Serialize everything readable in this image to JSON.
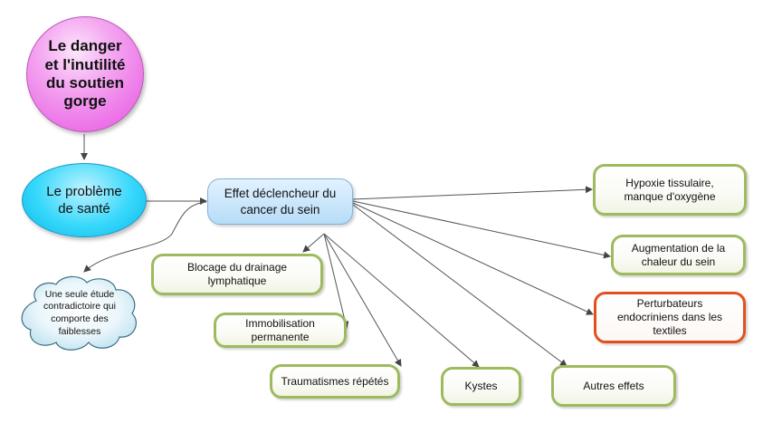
{
  "nodes": {
    "main_topic": {
      "lines": [
        "Le danger",
        "et l'inutilité",
        "du soutien",
        "gorge"
      ]
    },
    "health_problem": {
      "lines": [
        "Le problème",
        "de santé"
      ]
    },
    "trigger_effect": {
      "lines": [
        "Effet déclencheur du",
        "cancer du sein"
      ]
    },
    "hypoxia": {
      "lines": [
        "Hypoxie tissulaire,",
        "manque d'oxygène"
      ]
    },
    "heat": {
      "lines": [
        "Augmentation de la",
        "chaleur du sein"
      ]
    },
    "endocrine": {
      "lines": [
        "Perturbateurs",
        "endocriniens dans les",
        "textiles"
      ]
    },
    "other_effects": {
      "lines": [
        "Autres effets"
      ]
    },
    "cysts": {
      "lines": [
        "Kystes"
      ]
    },
    "trauma": {
      "lines": [
        "Traumatismes répétés"
      ]
    },
    "immobilisation": {
      "lines": [
        "Immobilisation",
        "permanente"
      ]
    },
    "drainage": {
      "lines": [
        "Blocage du drainage",
        "lymphatique"
      ]
    },
    "single_study": {
      "lines": [
        "Une seule étude",
        "contradictoire qui",
        "comporte des",
        "faiblesses"
      ]
    }
  },
  "colors": {
    "main_topic": "#ec72e7",
    "health_problem": "#1ec7f3",
    "trigger_effect": "#c3e2f9",
    "green_border": "#9dbb5e",
    "orange_border": "#e2511b",
    "edge": "#555555"
  }
}
